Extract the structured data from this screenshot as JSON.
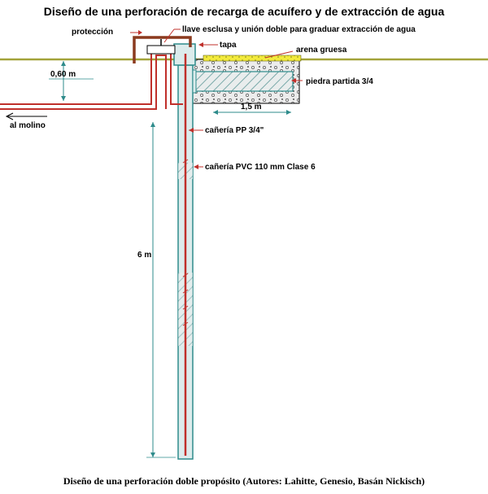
{
  "diagram": {
    "title": "Diseño de una perforación de recarga de acuífero y de extracción de agua",
    "caption": "Diseño de una perforación doble propósito (Autores: Lahitte, Genesio, Basán Nickisch)",
    "labels": {
      "proteccion": "protección",
      "llave": "llave esclusa y unión doble para graduar extracción de agua",
      "tapa": "tapa",
      "arena": "arena gruesa",
      "piedra": "piedra partida 3/4",
      "depth_top": "0,60 m",
      "width": "1,5 m",
      "al_molino": "al molino",
      "pp": "cañería PP 3/4\"",
      "pvc": "cañería PVC 110 mm Clase 6",
      "depth_total": "6 m"
    },
    "colors": {
      "ground": "#a3a33a",
      "pipe_fill": "#dcecec",
      "pipe_stroke": "#2e8b8b",
      "red_pipe": "#c0302b",
      "brown_pipe": "#8b3a1e",
      "sand": "#f2ea3c",
      "gravel": "#e4e4e4",
      "dimension": "#2e8b8b"
    }
  }
}
